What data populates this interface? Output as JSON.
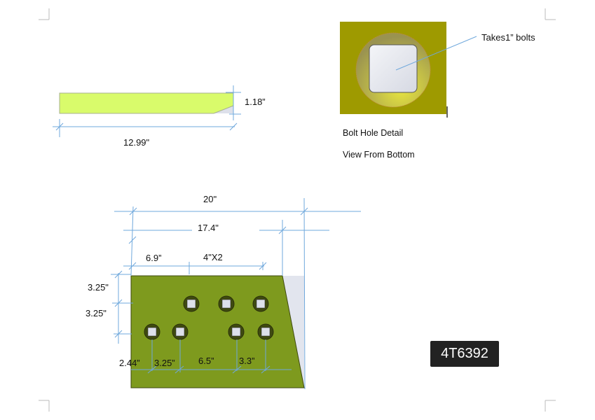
{
  "side_view": {
    "thickness_label": "1.18”",
    "length_label": "12.99\""
  },
  "bolt_detail": {
    "callout": "Takes1”  bolts",
    "caption_1": "Bolt Hole Detail",
    "caption_2": "View From Bottom"
  },
  "plate": {
    "total_width_label": "20\"",
    "top_width_label": "17.4\"",
    "offset_label": "6.9”",
    "spacing_label": "4\"X2",
    "row_1_label": "3.25\"",
    "row_2_label": "3.25\"",
    "bottom_labels": [
      "2.44”",
      "3.25”",
      "6.5”",
      "3.3”"
    ]
  },
  "part_number": "4T6392",
  "colors": {
    "bar": "#d9fb6b",
    "plate": "#7e9a1e",
    "bolt_bg": "#9e9a00",
    "dim": "#6fa8dc"
  }
}
